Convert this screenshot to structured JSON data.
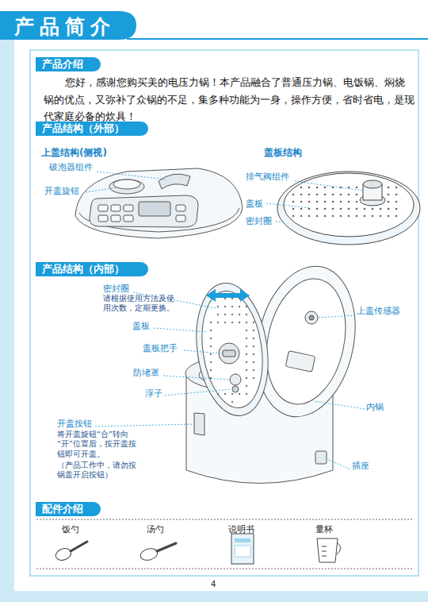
{
  "diagram": {
    "title": "产品简介",
    "nodes": [
      {
        "text": [
          "产品介绍"
        ]
      },
      {
        "text": [
          "产品结构（外部）"
        ]
      },
      {
        "text": [
          "产品结构（内部）"
        ]
      },
      {
        "text": [
          "配件介绍"
        ]
      }
    ],
    "labels": [
      "您好，感谢您购买美的电压力锅！本产品融合了普通压力锅、电饭锅、焖烧锅的优点，又弥补了众锅的不足，集多种功能为一身，操作方便，省时省电，是现代家庭必备的炊具！",
      "上盖结构(侧视)",
      "盖板结构",
      "破泡器组件",
      "排气阀组件",
      "开盖旋钮",
      "盖板",
      "密封圈",
      "密封圈",
      "请根据使用方法及使用次数，定期更换。",
      "上盖传感器",
      "盖板",
      "盖板把手",
      "防堵罩",
      "浮子",
      "内锅",
      "开盖按钮",
      "将开盖旋钮“合”转向“开”位置后，按开盖按钮即可开盖。",
      "（产品工作中，请勿按锅盖开启按钮）",
      "插座",
      "饭勺",
      "汤勺",
      "说明书",
      "量杯",
      "4"
    ]
  }
}
